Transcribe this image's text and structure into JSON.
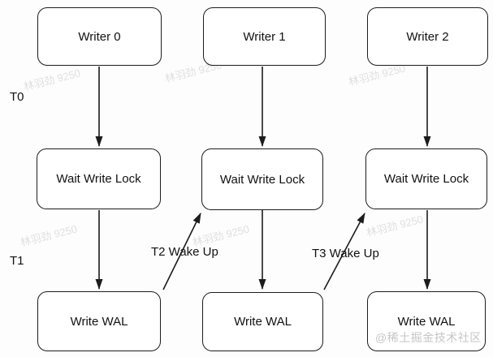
{
  "diagram": {
    "title_semantic": "WAL write-lock wakeup flow",
    "columns": [
      {
        "writer": "Writer 0",
        "wait": "Wait Write Lock",
        "wal": "Write WAL"
      },
      {
        "writer": "Writer 1",
        "wait": "Wait Write Lock",
        "wal": "Write WAL"
      },
      {
        "writer": "Writer 2",
        "wait": "Wait Write Lock",
        "wal": "Write WAL"
      }
    ],
    "time_labels": [
      {
        "text": "T0"
      },
      {
        "text": "T1"
      }
    ],
    "wake_labels": [
      {
        "text": "T2 Wake Up"
      },
      {
        "text": "T3 Wake Up"
      }
    ],
    "watermark_text": "林羽劲 9250",
    "credit_text": "@稀土掘金技术社区",
    "colors": {
      "stroke": "#1c1c1c",
      "box_fill": "#ffffff",
      "background": "#fdfdfd",
      "watermark": "rgba(120,120,120,0.22)",
      "credit": "#c6c6c6"
    }
  }
}
